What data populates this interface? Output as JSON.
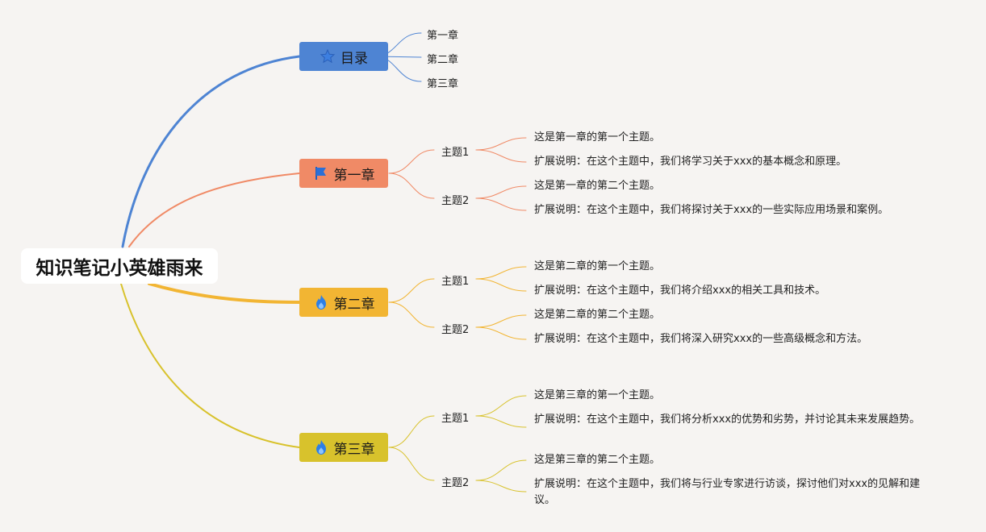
{
  "root": {
    "title": "知识笔记小英雄雨来"
  },
  "toc": {
    "label": "目录",
    "color": "#4e84d3",
    "items": [
      "第一章",
      "第二章",
      "第三章"
    ]
  },
  "chapters": [
    {
      "label": "第一章",
      "color": "#f08a66",
      "icon": "flag-icon",
      "topics": [
        {
          "label": "主题1",
          "content": "这是第一章的第一个主题。",
          "note": "扩展说明：在这个主题中，我们将学习关于xxx的基本概念和原理。"
        },
        {
          "label": "主题2",
          "content": "这是第一章的第二个主题。",
          "note": "扩展说明：在这个主题中，我们将探讨关于xxx的一些实际应用场景和案例。"
        }
      ]
    },
    {
      "label": "第二章",
      "color": "#f2b533",
      "icon": "fire-icon",
      "topics": [
        {
          "label": "主题1",
          "content": "这是第二章的第一个主题。",
          "note": "扩展说明：在这个主题中，我们将介绍xxx的相关工具和技术。"
        },
        {
          "label": "主题2",
          "content": "这是第二章的第二个主题。",
          "note": "扩展说明：在这个主题中，我们将深入研究xxx的一些高级概念和方法。"
        }
      ]
    },
    {
      "label": "第三章",
      "color": "#d8c22c",
      "icon": "fire-icon",
      "topics": [
        {
          "label": "主题1",
          "content": "这是第三章的第一个主题。",
          "note": "扩展说明：在这个主题中，我们将分析xxx的优势和劣势，并讨论其未来发展趋势。"
        },
        {
          "label": "主题2",
          "content": "这是第三章的第二个主题。",
          "note": "扩展说明：在这个主题中，我们将与行业专家进行访谈，探讨他们对xxx的见解和建议。"
        }
      ]
    }
  ],
  "toc_icon": "star-icon",
  "background": "#f6f4f2"
}
